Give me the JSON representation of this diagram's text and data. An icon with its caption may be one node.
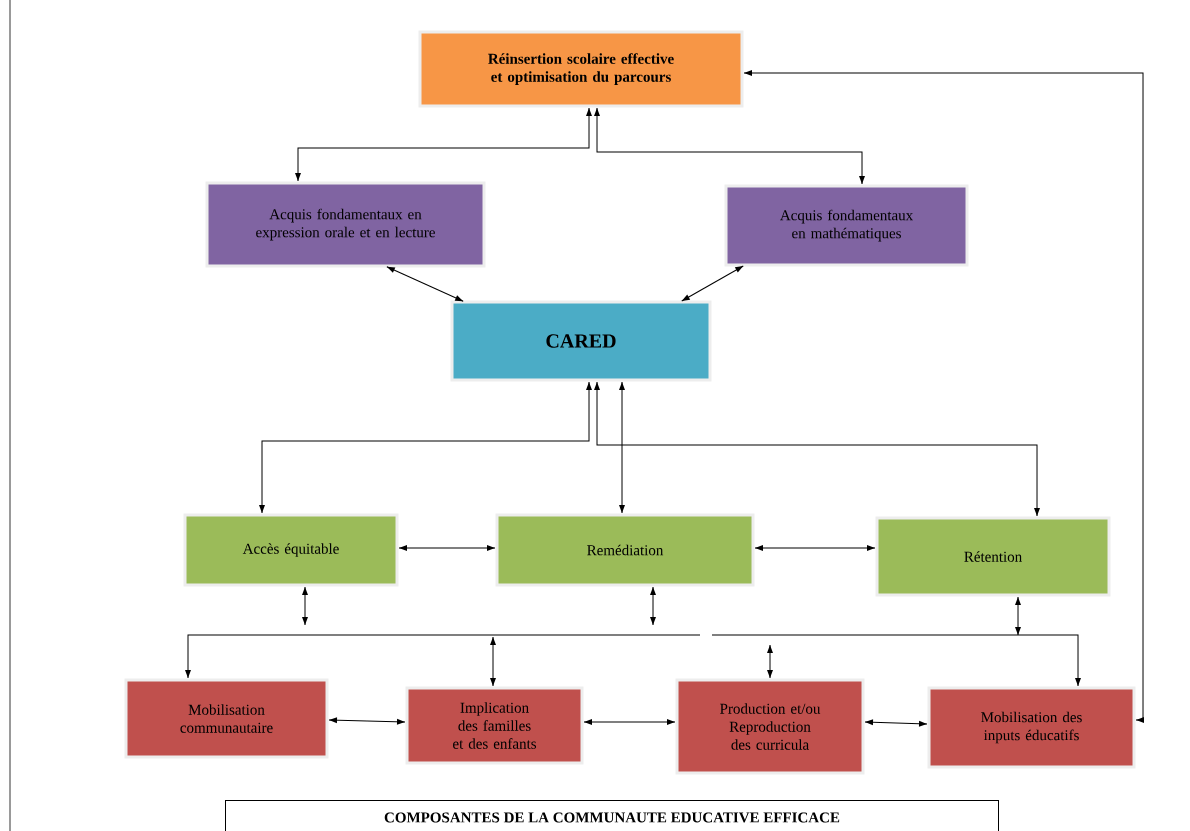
{
  "diagram": {
    "caption": "COMPOSANTES DE LA COMMUNAUTE EDUCATIVE EFFICACE",
    "nodes": [
      {
        "text": [
          "Réinsertion scolaire effective et optimisation du parcours"
        ]
      },
      {
        "text": [
          "Acquis fondamentaux en expression orale et en lecture"
        ]
      },
      {
        "text": [
          "Acquis fondamentaux en mathématiques"
        ]
      },
      {
        "text": [
          "CARED"
        ]
      },
      {
        "text": [
          "Accès équitable"
        ]
      },
      {
        "text": [
          "Remédiation"
        ]
      },
      {
        "text": [
          "Rétention"
        ]
      },
      {
        "text": [
          "Mobilisation communautaire"
        ]
      },
      {
        "text": [
          "Implication des familles et des enfants"
        ]
      },
      {
        "text": [
          "Production et/ou Reproduction des curricula"
        ]
      },
      {
        "text": [
          "Mobilisation des inputs éducatifs"
        ]
      }
    ],
    "edges": [
      {
        "from": 0,
        "to": 1,
        "arrow": "both"
      },
      {
        "from": 0,
        "to": 2,
        "arrow": "both"
      },
      {
        "from": 1,
        "to": 3,
        "arrow": "both"
      },
      {
        "from": 2,
        "to": 3,
        "arrow": "both"
      },
      {
        "from": 3,
        "to": 4,
        "arrow": "both"
      },
      {
        "from": 3,
        "to": 6,
        "arrow": "both"
      },
      {
        "from": 3,
        "to": 5,
        "arrow": "both"
      },
      {
        "from": 4,
        "to": 5,
        "arrow": "both"
      },
      {
        "from": 5,
        "to": 6,
        "arrow": "both"
      },
      {
        "from": 4,
        "to": null,
        "arrow": "both"
      },
      {
        "from": 5,
        "to": null,
        "arrow": "both"
      },
      {
        "from": 6,
        "to": null,
        "arrow": "both"
      },
      {
        "from": null,
        "to": 7,
        "arrow": "to"
      },
      {
        "from": null,
        "to": 10,
        "arrow": "to"
      },
      {
        "from": null,
        "to": 8,
        "arrow": "both"
      },
      {
        "from": null,
        "to": 9,
        "arrow": "both"
      },
      {
        "from": 7,
        "to": 8,
        "arrow": "both"
      },
      {
        "from": 8,
        "to": 9,
        "arrow": "both"
      },
      {
        "from": 9,
        "to": 10,
        "arrow": "both"
      },
      {
        "from": 10,
        "to": 0,
        "arrow": "both"
      }
    ]
  }
}
